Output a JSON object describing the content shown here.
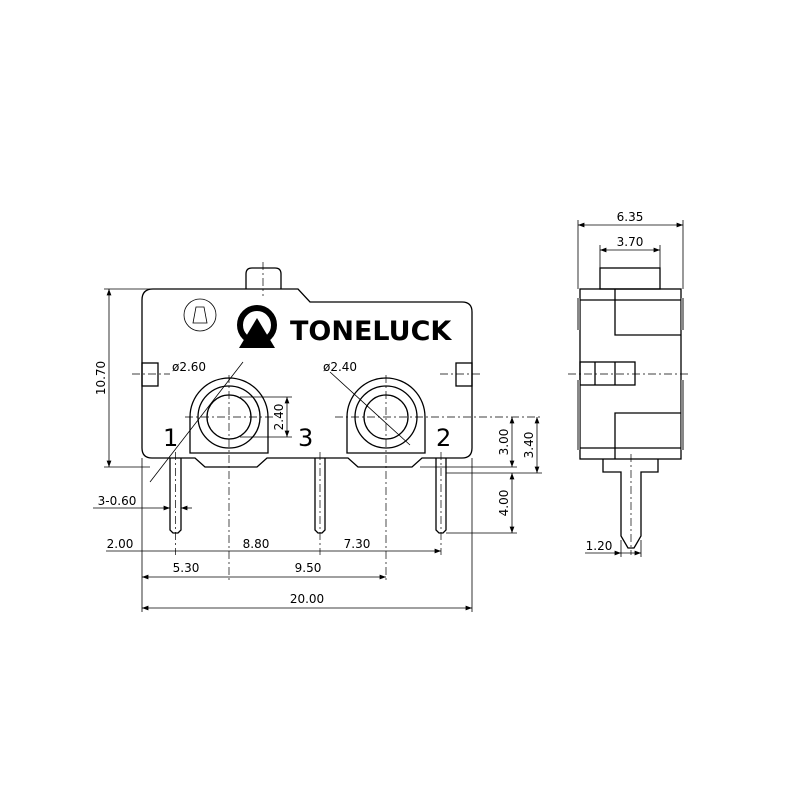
{
  "brand": "TONELUCK",
  "terminals": {
    "t1": "1",
    "t2": "2",
    "t3": "3"
  },
  "front_dims": {
    "height": "10.70",
    "hole_left": "ø2.60",
    "hole_right": "ø2.40",
    "hole_height": "2.40",
    "pin_width": "3-0.60",
    "left_offset": "2.00",
    "pin1_to_pin3": "8.80",
    "pin3_to_pin2": "7.30",
    "left_to_hole1": "5.30",
    "hole_spacing": "9.50",
    "total_width": "20.00",
    "hole_to_bottom": "3.00",
    "hole_to_pinbase": "3.40",
    "pin_length": "4.00"
  },
  "side_dims": {
    "width": "6.35",
    "button_width": "3.70",
    "pin_width": "1.20"
  }
}
